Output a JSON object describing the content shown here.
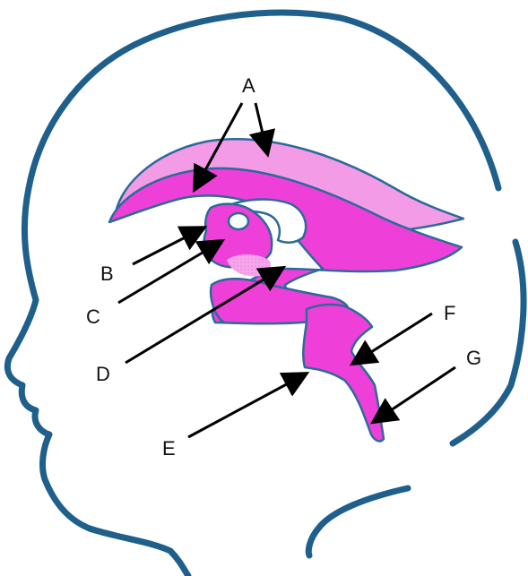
{
  "labels": {
    "A": "A",
    "B": "B",
    "C": "C",
    "D": "D",
    "E": "E",
    "F": "F",
    "G": "G"
  },
  "colors": {
    "head_outline": "#1f5f8b",
    "ventricle_fill": "#ee3fd8",
    "ventricle_light": "#f39be6",
    "ventricle_stroke": "#2b6a9a",
    "arrow": "#000000"
  },
  "icons": {
    "head": "head-silhouette-outline",
    "ventricles": "brain-ventricular-system"
  }
}
